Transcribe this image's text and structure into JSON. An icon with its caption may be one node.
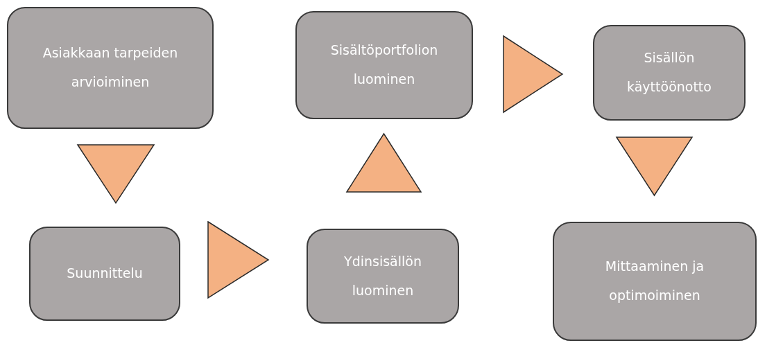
{
  "diagram": {
    "nodes": [
      {
        "text": [
          "Asiakkaan tarpeiden arvioiminen"
        ]
      },
      {
        "text": [
          "Suunnittelu"
        ]
      },
      {
        "text": [
          "Ydinsisällön luominen"
        ]
      },
      {
        "text": [
          "Sisältöportfolion luominen"
        ]
      },
      {
        "text": [
          "Sisällön käyttöönotto"
        ]
      },
      {
        "text": [
          "Mittaaminen ja optimoiminen"
        ]
      }
    ],
    "edges": [
      {
        "from": 0,
        "to": 1,
        "arrow": "to"
      },
      {
        "from": 1,
        "to": 2,
        "arrow": "to"
      },
      {
        "from": 2,
        "to": 3,
        "arrow": "to"
      },
      {
        "from": 3,
        "to": 4,
        "arrow": "to"
      },
      {
        "from": 4,
        "to": 5,
        "arrow": "to"
      }
    ]
  }
}
